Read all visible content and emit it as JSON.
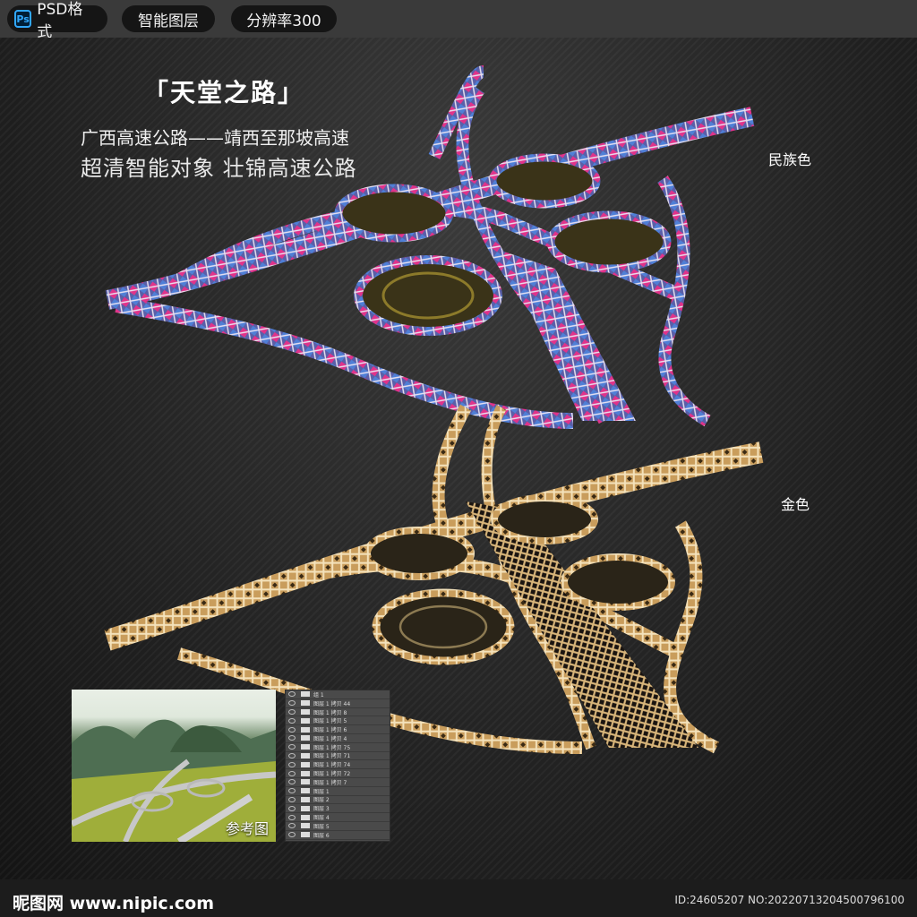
{
  "top_bar": {
    "badges": [
      {
        "icon": "photoshop-icon",
        "icon_text": "Ps",
        "label": "PSD格式"
      },
      {
        "label": "智能图层"
      },
      {
        "label": "分辨率300"
      }
    ]
  },
  "poster": {
    "title": "「天堂之路」",
    "subtitle_line1": "广西高速公路——靖西至那坡高速",
    "subtitle_line2": "超清智能对象 壮锦高速公路",
    "labels": {
      "ethnic_color": "民族色",
      "gold_color": "金色"
    },
    "colors": {
      "ethnic_pink": "#e0338a",
      "ethnic_blue": "#4f7fd6",
      "ethnic_purple": "#7a5aa8",
      "ring_gold": "#8c7a2a",
      "gold": "#d8b57a",
      "gold_light": "#f1dcb0"
    }
  },
  "reference_image": {
    "label": "参考图"
  },
  "layers_panel": {
    "rows": [
      {
        "name": "组 1"
      },
      {
        "name": "图层 1 拷贝 44"
      },
      {
        "name": "图层 1 拷贝 8"
      },
      {
        "name": "图层 1 拷贝 5"
      },
      {
        "name": "图层 1 拷贝 6"
      },
      {
        "name": "图层 1 拷贝 4"
      },
      {
        "name": "图层 1 拷贝 75"
      },
      {
        "name": "图层 1 拷贝 71"
      },
      {
        "name": "图层 1 拷贝 74"
      },
      {
        "name": "图层 1 拷贝 72"
      },
      {
        "name": "图层 1 拷贝 7"
      },
      {
        "name": "图层 1"
      },
      {
        "name": "图层 2"
      },
      {
        "name": "图层 3"
      },
      {
        "name": "图层 4"
      },
      {
        "name": "图层 5"
      },
      {
        "name": "图层 6"
      }
    ]
  },
  "footer": {
    "brand": "昵图网 www.nipic.com",
    "id_text": "ID:24605207 NO:20220713204500796100"
  }
}
